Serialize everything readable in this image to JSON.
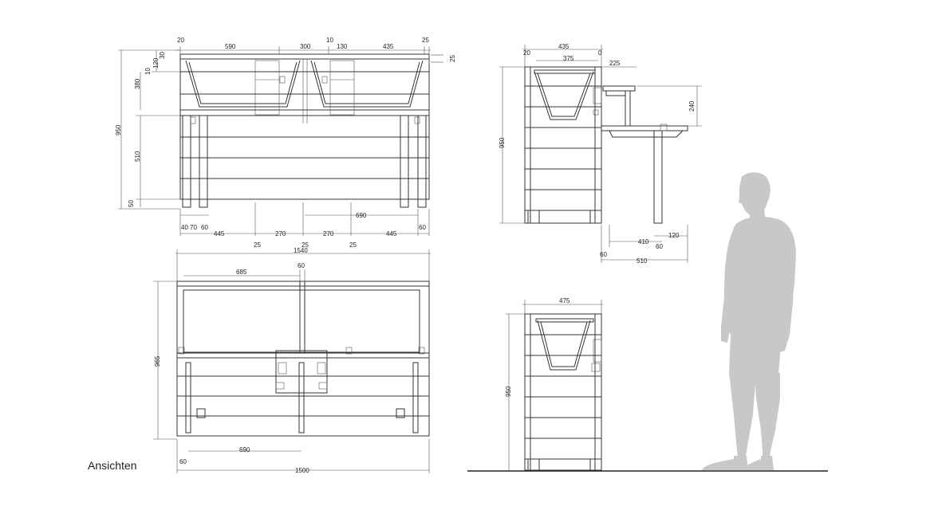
{
  "caption": "Ansichten",
  "colors": {
    "line": "#333333",
    "figure": "#c8c8c8",
    "ground": "#222222"
  },
  "front_view": {
    "top_dims": [
      "20",
      "590",
      "300",
      "10",
      "130",
      "435",
      "25"
    ],
    "right_dim": "25",
    "left_dims": [
      "30",
      "120",
      "10",
      "380",
      "950",
      "510",
      "50"
    ],
    "bottom_small": [
      "40",
      "70",
      "60"
    ],
    "bottom_row": [
      "445",
      "270",
      "270",
      "445"
    ],
    "dim_690": "690",
    "dim_60": "60"
  },
  "plan_view": {
    "top_row": [
      "25",
      "25",
      "25"
    ],
    "width_top": "1540",
    "dim_60": "60",
    "dim_685": "685",
    "height": "965",
    "dim_690": "690",
    "dim_60b": "60",
    "width_bottom": "1500"
  },
  "side_view": {
    "top_dims": [
      "435",
      "20",
      "375",
      "0",
      "225"
    ],
    "height": "950",
    "right": "240",
    "bottom": [
      "410",
      "120",
      "60",
      "60",
      "510"
    ]
  },
  "side_view_2": {
    "width": "475",
    "height": "950"
  }
}
